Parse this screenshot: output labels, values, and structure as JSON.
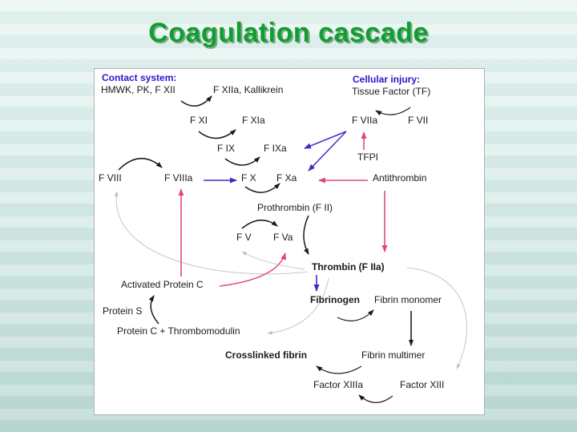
{
  "title": "Coagulation cascade",
  "colors": {
    "title_green": "#129e2e",
    "header_blue": "#2d16c8",
    "activation_blue": "#3c2ec8",
    "inhibition_pink": "#e0487f",
    "feedback_gray": "#c6c6c6",
    "arrow_black": "#1a1a1a"
  },
  "diagram": {
    "contact_header": "Contact system:",
    "contact_components": "HMWK, PK, F XII",
    "f12a": "F XIIa, Kallikrein",
    "cellular_header": "Cellular injury:",
    "tissue_factor": "Tissue Factor (TF)",
    "f11": "F XI",
    "f11a": "F XIa",
    "f7a": "F VIIa",
    "f7": "F VII",
    "f9": "F IX",
    "f9a": "F IXa",
    "tfpi": "TFPI",
    "f8": "F VIII",
    "f8a": "F VIIIa",
    "f10": "F X",
    "f10a": "F Xa",
    "antithrombin": "Antithrombin",
    "prothrombin": "Prothrombin (F II)",
    "f5": "F V",
    "f5a": "F Va",
    "thrombin": "Thrombin (F IIa)",
    "apc": "Activated Protein C",
    "fibrinogen": "Fibrinogen",
    "fibrin_monomer": "Fibrin monomer",
    "protein_s": "Protein S",
    "protein_c_tm": "Protein C + Thrombomodulin",
    "crosslinked_fibrin": "Crosslinked fibrin",
    "fibrin_multimer": "Fibrin multimer",
    "f13a": "Factor XIIIa",
    "f13": "Factor XIII"
  },
  "connections": [
    {
      "from": "HMWK, PK, F XII",
      "to": "F XIIa, Kallikrein",
      "type": "conversion"
    },
    {
      "from": "F XI",
      "to": "F XIa",
      "type": "conversion"
    },
    {
      "from": "F IX",
      "to": "F IXa",
      "type": "conversion"
    },
    {
      "from": "F VIII",
      "to": "F VIIIa",
      "type": "conversion"
    },
    {
      "from": "F X",
      "to": "F Xa",
      "type": "conversion"
    },
    {
      "from": "F VII",
      "to": "F VIIa",
      "type": "conversion"
    },
    {
      "from": "F V",
      "to": "F Va",
      "type": "conversion"
    },
    {
      "from": "Prothrombin (F II)",
      "to": "Thrombin (F IIa)",
      "type": "conversion"
    },
    {
      "from": "Fibrinogen",
      "to": "Fibrin monomer",
      "type": "conversion"
    },
    {
      "from": "Fibrin monomer",
      "to": "Fibrin multimer",
      "type": "conversion"
    },
    {
      "from": "Fibrin multimer",
      "to": "Crosslinked fibrin",
      "type": "conversion"
    },
    {
      "from": "Factor XIII",
      "to": "Factor XIIIa",
      "type": "conversion"
    },
    {
      "from": "Protein C + Thrombomodulin",
      "to": "Activated Protein C",
      "type": "conversion"
    },
    {
      "from": "F VIIa",
      "to": "F IXa",
      "type": "activation"
    },
    {
      "from": "F VIIa",
      "to": "F Xa",
      "type": "activation"
    },
    {
      "from": "F VIIIa",
      "to": "F X",
      "type": "activation"
    },
    {
      "from": "Thrombin (F IIa)",
      "to": "Fibrinogen",
      "type": "activation"
    },
    {
      "from": "TFPI",
      "to": "F VIIa",
      "type": "inhibition"
    },
    {
      "from": "Antithrombin",
      "to": "F Xa",
      "type": "inhibition"
    },
    {
      "from": "Antithrombin",
      "to": "Thrombin (F IIa)",
      "type": "inhibition"
    },
    {
      "from": "Activated Protein C",
      "to": "F VIIIa",
      "type": "inhibition"
    },
    {
      "from": "Activated Protein C",
      "to": "F Va",
      "type": "inhibition"
    },
    {
      "from": "Thrombin (F IIa)",
      "to": "F VIII",
      "type": "feedback"
    },
    {
      "from": "Thrombin (F IIa)",
      "to": "F V",
      "type": "feedback"
    },
    {
      "from": "Thrombin (F IIa)",
      "to": "Protein C + Thrombomodulin",
      "type": "feedback"
    },
    {
      "from": "Thrombin (F IIa)",
      "to": "Factor XIII",
      "type": "feedback"
    }
  ]
}
